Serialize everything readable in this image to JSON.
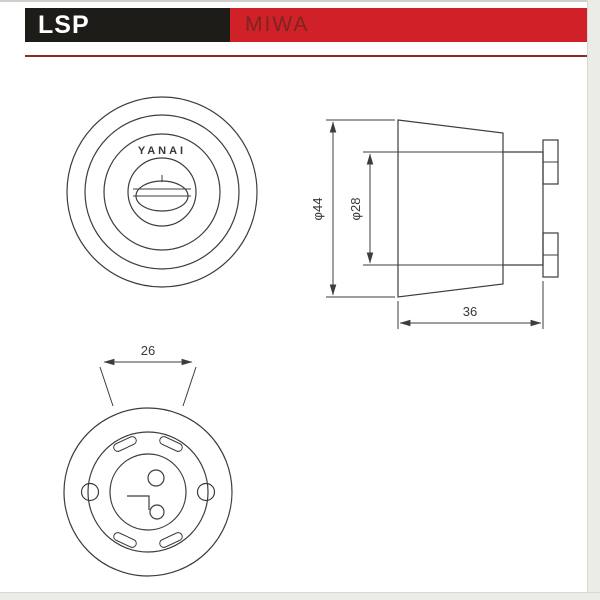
{
  "page": {
    "header": {
      "model": "LSP",
      "brand": "MIWA"
    },
    "front_view": {
      "engraving": "YANAI"
    },
    "side_view": {
      "dim_outer_diameter": "φ44",
      "dim_body_diameter": "φ28",
      "dim_depth": "36"
    },
    "rear_view": {
      "dim_width": "26"
    },
    "colors": {
      "header_block": "#1d1c19",
      "header_band": "#cf2127",
      "brand_text": "#7c2522",
      "rule": "#8a2a25",
      "drawing_line": "#3f3d3a",
      "page_edge": "#ebebe8"
    }
  }
}
